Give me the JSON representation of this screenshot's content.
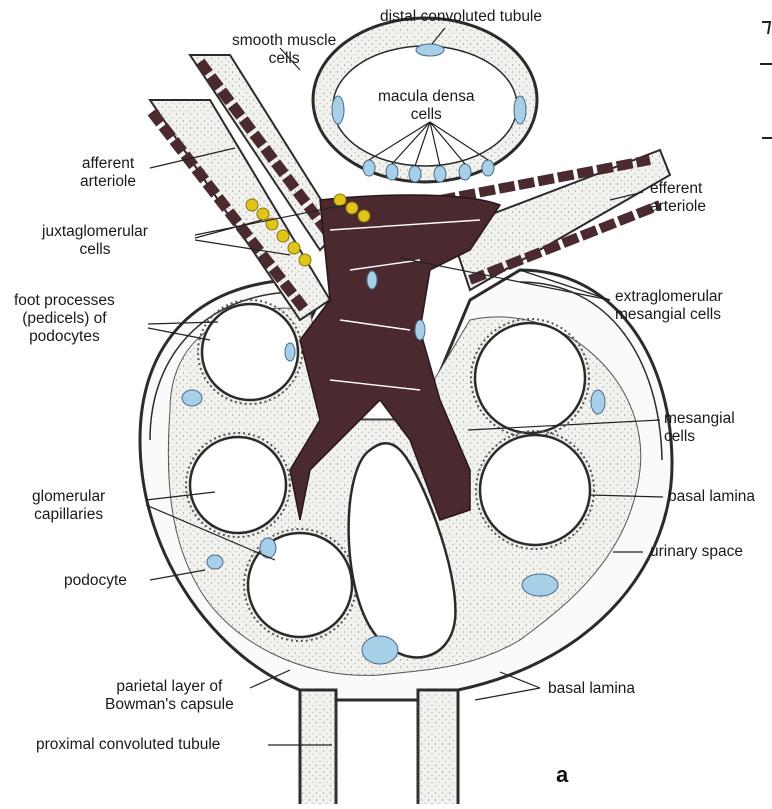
{
  "labels": {
    "distal": "distal convoluted tubule",
    "smooth_muscle": [
      "smooth muscle",
      "cells"
    ],
    "macula_densa": [
      "macula densa",
      "cells"
    ],
    "afferent": [
      "afferent",
      "arteriole"
    ],
    "efferent": [
      "efferent",
      "arteriole"
    ],
    "juxtaglomerular": [
      "juxtaglomerular",
      "cells"
    ],
    "extraglomerular": [
      "extraglomerular",
      "mesangial cells"
    ],
    "foot_processes": [
      "foot processes",
      "(pedicels) of",
      "podocytes"
    ],
    "mesangial": [
      "mesangial",
      "cells"
    ],
    "glomerular_capillaries": [
      "glomerular",
      "capillaries"
    ],
    "basal_lamina_right": "basal lamina",
    "urinary_space": "urinary space",
    "podocyte": "podocyte",
    "parietal": [
      "parietal layer of",
      "Bowman's capsule"
    ],
    "basal_lamina_bottom": "basal lamina",
    "proximal": "proximal convoluted tubule"
  },
  "figure_letter": "a",
  "colors": {
    "mesangial": "#4a2a2e",
    "nucleus": "#a8cfe8",
    "juxtaglomerular": "#e0c418",
    "stroke": "#2b2b2b",
    "stipple": "#e9e9e6",
    "basal_lamina": "#3a4a68"
  }
}
